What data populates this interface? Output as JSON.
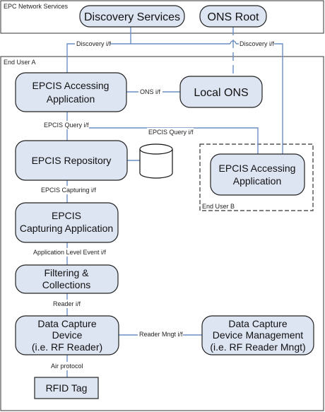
{
  "regions": {
    "epc_network": "EPC Network Services",
    "end_user_a": "End User A",
    "end_user_b": "End User B"
  },
  "nodes": {
    "discovery_services": "Discovery Services",
    "ons_root": "ONS Root",
    "epcis_accessing_app_a": [
      "EPCIS Accessing",
      "Application"
    ],
    "local_ons": "Local ONS",
    "epcis_repository": "EPCIS Repository",
    "epcis_accessing_app_b": [
      "EPCIS Accessing",
      "Application"
    ],
    "epcis_capturing_app": [
      "EPCIS",
      "Capturing Application"
    ],
    "filtering_collections": [
      "Filtering &",
      "Collections"
    ],
    "data_capture_device": [
      "Data Capture",
      "Device",
      "(i.e. RF Reader)"
    ],
    "data_capture_mgmt": [
      "Data Capture",
      "Device Management",
      "(i.e. RF Reader Mngt)"
    ],
    "rfid_tag": "RFID Tag"
  },
  "interfaces": {
    "discovery_if_left": "Discovery i/f",
    "discovery_if_right": "Discovery i/f",
    "ons_if": "ONS i/f",
    "epcis_query_if_left": "EPCIS Query i/f",
    "epcis_query_if_right": "EPCIS Query i/f",
    "epcis_capturing_if": "EPCIS Capturing i/f",
    "ale_if": "Application Level Event i/f",
    "reader_if": "Reader i/f",
    "reader_mngt_if": "Reader Mngt i/f",
    "air_protocol": "Air protocol"
  },
  "colors": {
    "node_fill": "#dde4f2",
    "edge": "#6b8fc4"
  }
}
